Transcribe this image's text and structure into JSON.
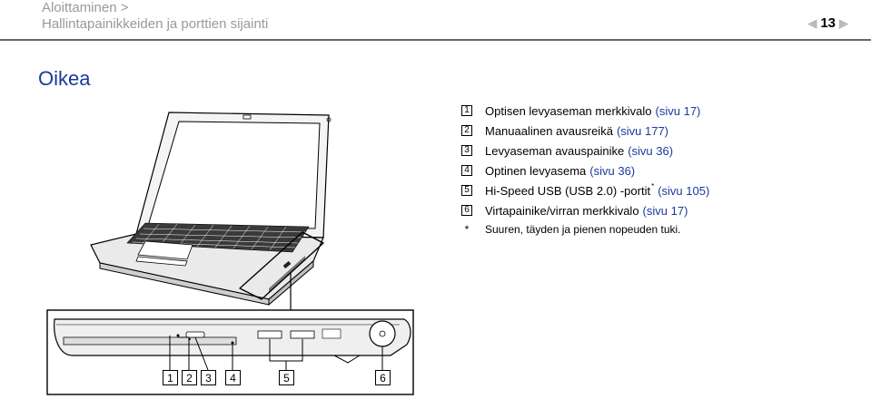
{
  "header": {
    "breadcrumb_1": "Aloittaminen >",
    "breadcrumb_2": "Hallintapainikkeiden ja porttien sijainti",
    "page_number": "13",
    "prev_arrow": "◀",
    "next_arrow": "▶"
  },
  "section_title": "Oikea",
  "items": [
    {
      "num": "1",
      "text": "Optisen levyaseman merkkivalo",
      "ref": "(sivu 17)"
    },
    {
      "num": "2",
      "text": "Manuaalinen avausreikä",
      "ref": "(sivu 177)"
    },
    {
      "num": "3",
      "text": "Levyaseman avauspainike",
      "ref": "(sivu 36)"
    },
    {
      "num": "4",
      "text": "Optinen levyasema",
      "ref": "(sivu 36)"
    },
    {
      "num": "5",
      "text": "Hi-Speed USB (USB 2.0) -portit",
      "sup": "*",
      "ref": "(sivu 105)"
    },
    {
      "num": "6",
      "text": "Virtapainike/virran merkkivalo",
      "ref": "(sivu 17)"
    }
  ],
  "footnote": {
    "star": "*",
    "text": "Suuren, täyden ja pienen nopeuden tuki."
  },
  "callouts": [
    "1",
    "2",
    "3",
    "4",
    "5",
    "6"
  ],
  "colors": {
    "accent": "#1a3a9c",
    "breadcrumb": "#999999",
    "line": "#000000"
  }
}
